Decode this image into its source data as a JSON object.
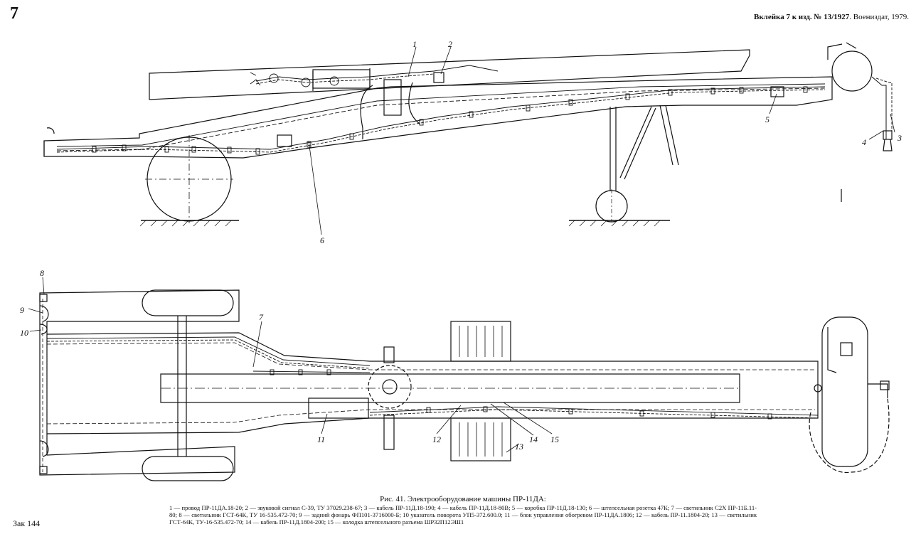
{
  "page": {
    "number": "7",
    "insert_note_bold": "Вклейка 7 к изд. № 13/1927",
    "insert_note_rest": ". Воениздат, 1979.",
    "order_mark": "Зак 144"
  },
  "caption": {
    "title": "Рис. 41. Электрооборудование машины ПР-11ДА:",
    "text": "1 — провод ПР-11ДА.18-20; 2 — звуковой сигнал С-39, ТУ 37029.238-67; 3 — кабель ПР-11Д.18-190; 4 — кабель ПР-11Д.18-80В; 5 — коробка ПР-11Д.18-130; 6 — штепсельная розетка 47К; 7 — светильник С2Х ПР-11Б.11-80; 8 — светильник ГСТ-64К, ТУ 16-535.472-70; 9 — задний фонарь ФП101-3716000-Б; 10 указатель поворота УП5-372.600.0; 11 — блок управления обогревом ПР-11ДА.1806; 12 — кабель ПР-11.1804-20; 13 — светильник ГСТ-64К, ТУ-16-535.472-70; 14 — кабель ПР-11Д.1804-200; 15 — колодка штепсельного разъема ШР32П12ЭШ1"
  },
  "callouts": [
    "1",
    "2",
    "3",
    "4",
    "5",
    "6",
    "7",
    "8",
    "9",
    "10",
    "11",
    "12",
    "13",
    "14",
    "15"
  ],
  "colors": {
    "ink": "#111111",
    "paper": "#ffffff"
  }
}
